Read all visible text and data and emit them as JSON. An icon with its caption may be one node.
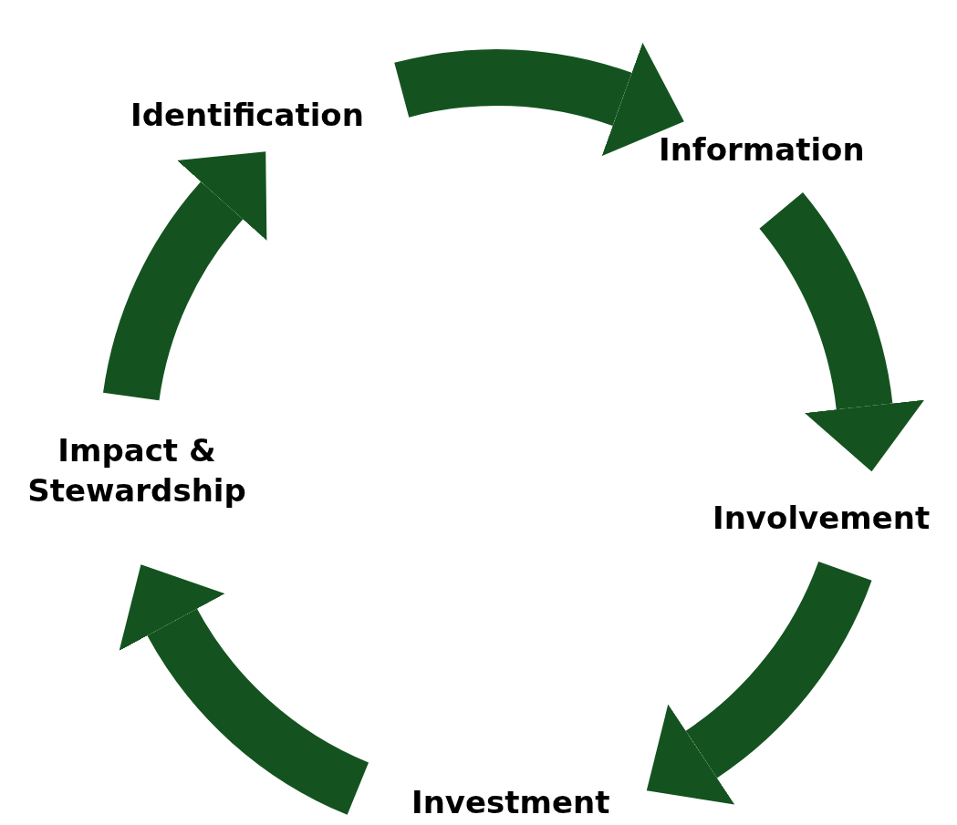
{
  "diagram": {
    "nodes": [
      {
        "text": [
          "Identification"
        ]
      },
      {
        "text": [
          "Information"
        ]
      },
      {
        "text": [
          "Involvement"
        ]
      },
      {
        "text": [
          "Investment"
        ]
      },
      {
        "text": [
          "Impact & Stewardship"
        ]
      }
    ],
    "edges": [
      {
        "from": 0,
        "to": 1,
        "arrow": "to"
      },
      {
        "from": 1,
        "to": 2,
        "arrow": "to"
      },
      {
        "from": 2,
        "to": 3,
        "arrow": "to"
      },
      {
        "from": 3,
        "to": 4,
        "arrow": "to"
      },
      {
        "from": 4,
        "to": 0,
        "arrow": "to"
      }
    ]
  }
}
